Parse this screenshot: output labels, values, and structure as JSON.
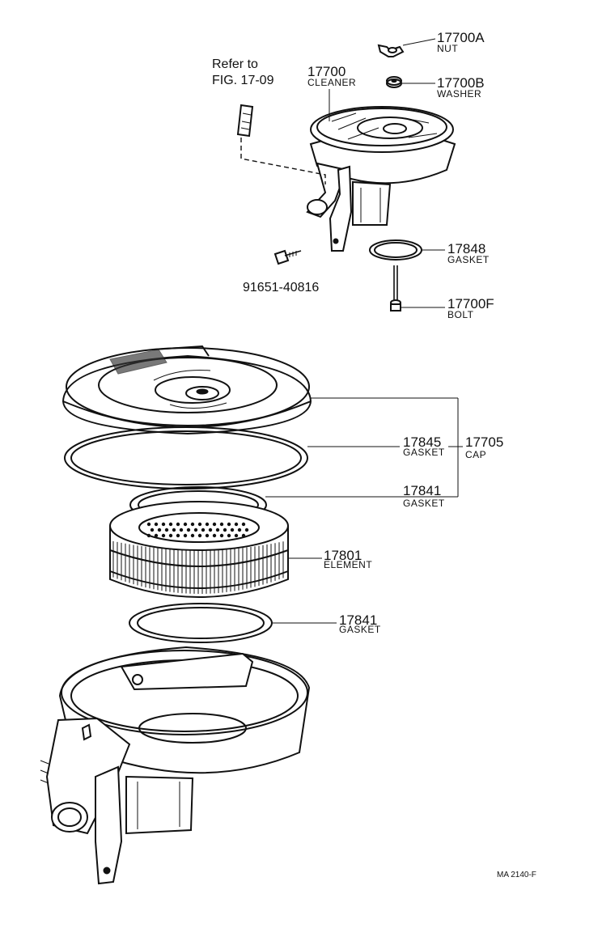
{
  "reference": {
    "line1": "Refer to",
    "line2": "FIG. 17-09"
  },
  "callouts": [
    {
      "id": "nut",
      "number": "17700A",
      "name": "NUT"
    },
    {
      "id": "cleaner",
      "number": "17700",
      "name": "CLEANER"
    },
    {
      "id": "washer",
      "number": "17700B",
      "name": "WASHER"
    },
    {
      "id": "gasket-17848",
      "number": "17848",
      "name": "GASKET"
    },
    {
      "id": "screw",
      "number": "91651-40816",
      "name": ""
    },
    {
      "id": "bolt",
      "number": "17700F",
      "name": "BOLT"
    },
    {
      "id": "gasket-17845",
      "number": "17845",
      "name": "GASKET"
    },
    {
      "id": "cap",
      "number": "17705",
      "name": "CAP"
    },
    {
      "id": "gasket-17841-upper",
      "number": "17841",
      "name": "GASKET"
    },
    {
      "id": "element",
      "number": "17801",
      "name": "ELEMENT"
    },
    {
      "id": "gasket-17841-lower",
      "number": "17841",
      "name": "GASKET"
    }
  ],
  "figure_code": "MA 2140-F"
}
